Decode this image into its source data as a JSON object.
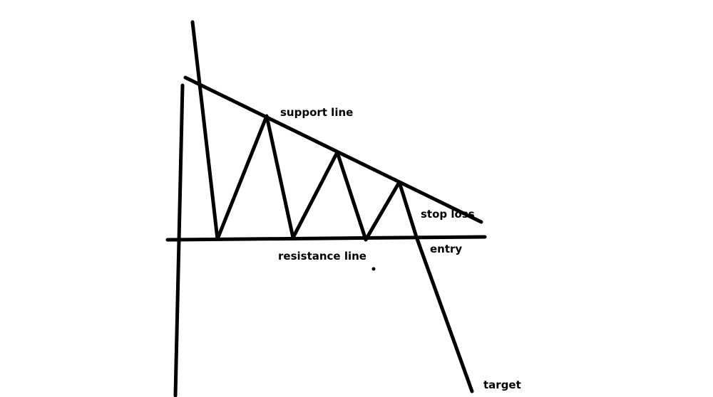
{
  "diagram": {
    "labels": {
      "support": "support line",
      "stop_loss": "stop loss",
      "resistance": "resistance line",
      "entry": "entry",
      "target": "target"
    }
  }
}
